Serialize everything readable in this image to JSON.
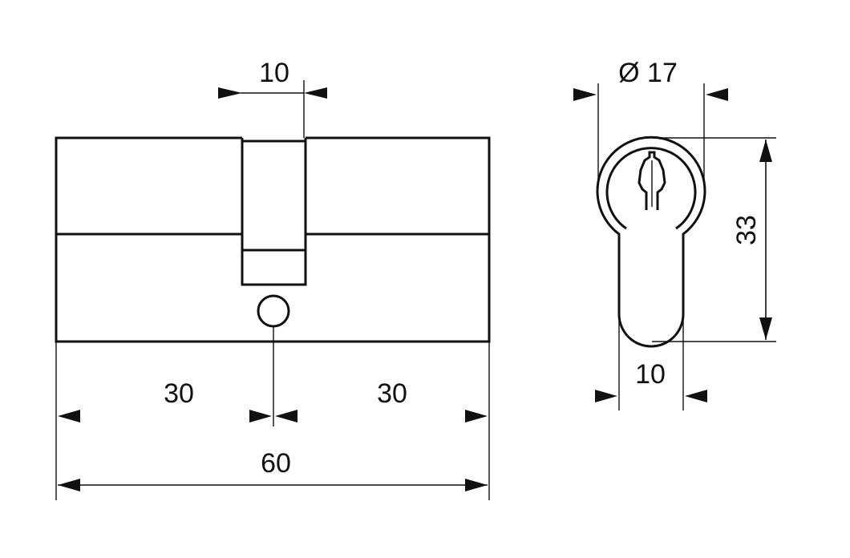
{
  "dimensions": {
    "slot_width": "10",
    "left_length": "30",
    "right_length": "30",
    "total_length": "60",
    "diameter": "Ø 17",
    "height": "33",
    "bottom_width": "10"
  }
}
